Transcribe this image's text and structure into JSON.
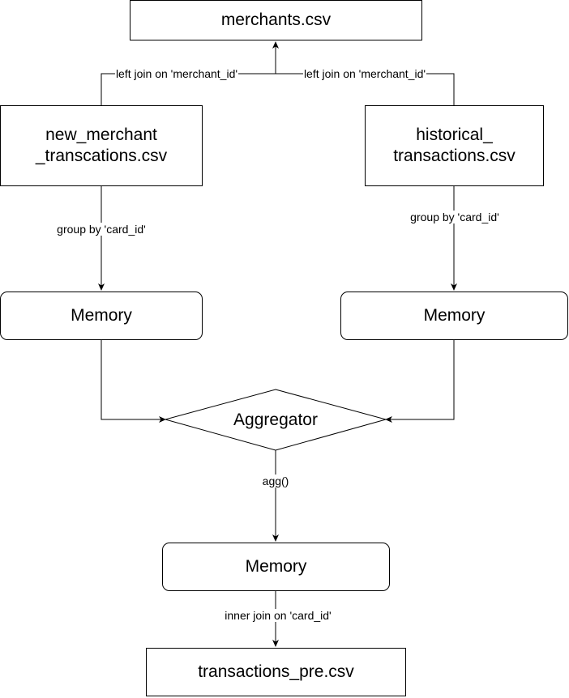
{
  "nodes": {
    "merchants": "merchants.csv",
    "new_merchant": "new_merchant\n_transcations.csv",
    "historical": "historical_\ntransactions.csv",
    "memory_left": "Memory",
    "memory_right": "Memory",
    "aggregator": "Aggregator",
    "memory_bottom": "Memory",
    "transactions_pre": "transactions_pre.csv"
  },
  "edges": {
    "left_join_left": "left join on 'merchant_id'",
    "left_join_right": "left join on 'merchant_id'",
    "group_by_left": "group by 'card_id'",
    "group_by_right": "group by 'card_id'",
    "agg": "agg()",
    "inner_join": "inner join on 'card_id'"
  },
  "colors": {
    "stroke": "#000000",
    "fill": "#ffffff"
  }
}
